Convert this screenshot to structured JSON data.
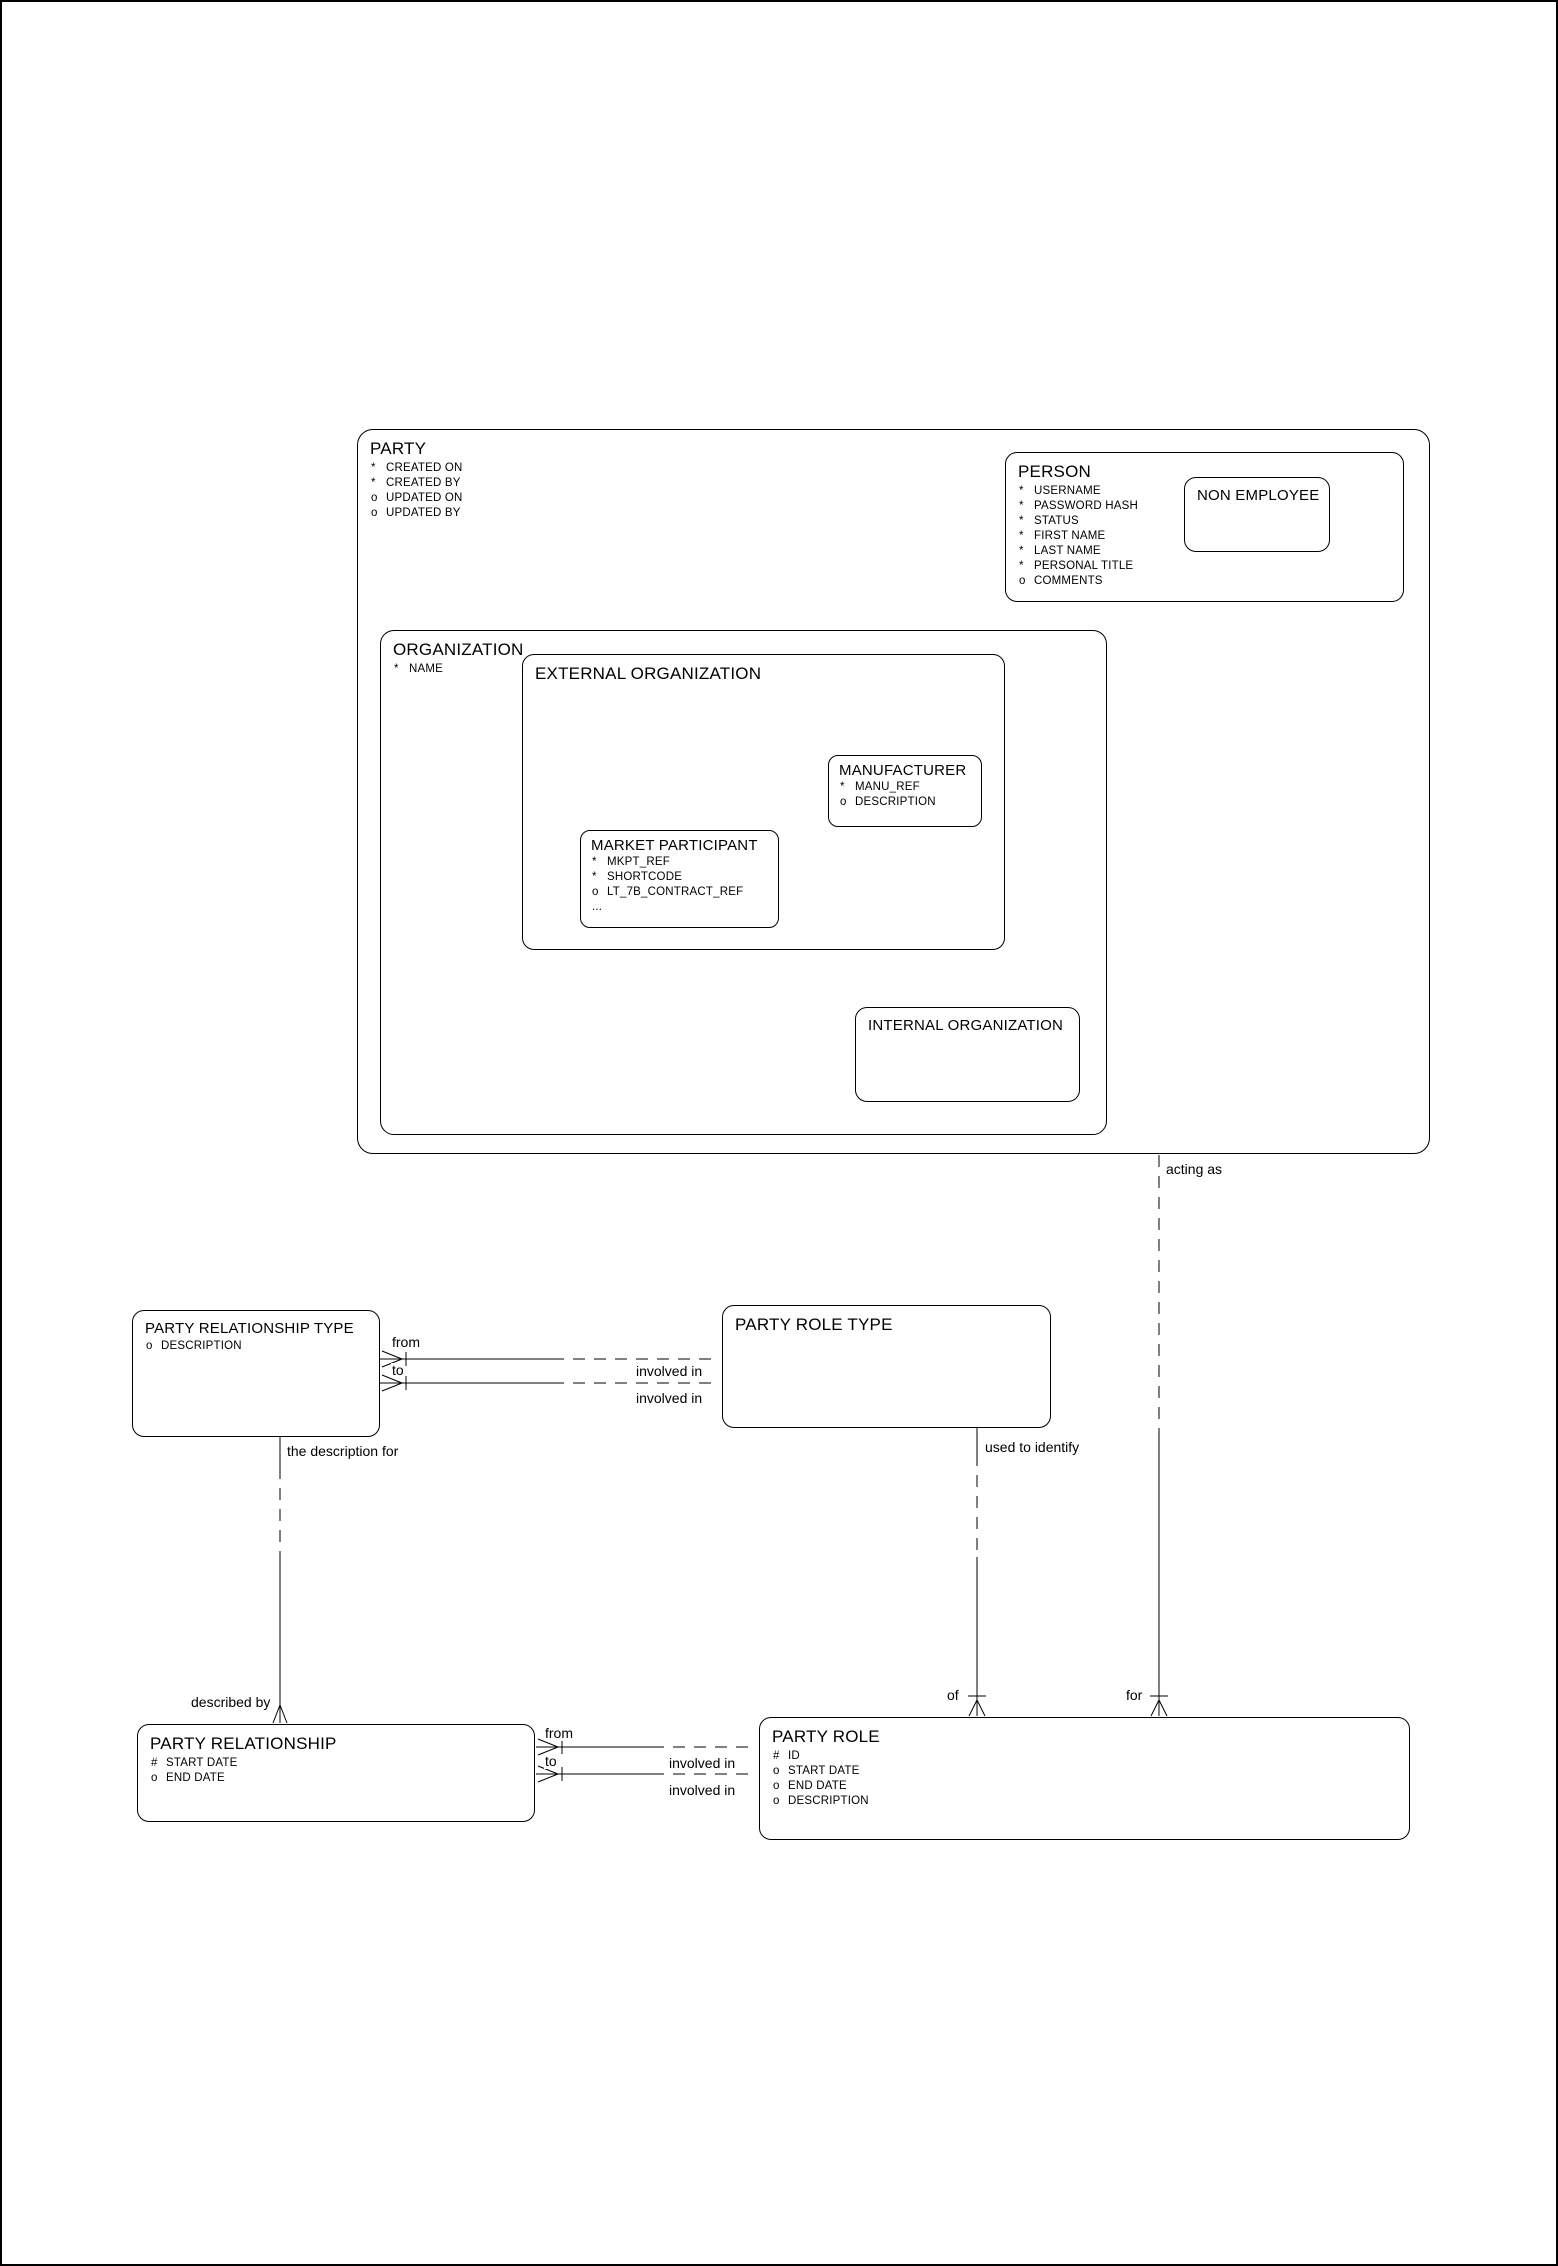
{
  "colors": {
    "line": "#000000",
    "background": "#ffffff"
  },
  "entities": {
    "party": {
      "title": "PARTY",
      "attributes": [
        {
          "m": "*",
          "n": "CREATED ON"
        },
        {
          "m": "*",
          "n": "CREATED BY"
        },
        {
          "m": "o",
          "n": "UPDATED ON"
        },
        {
          "m": "o",
          "n": "UPDATED BY"
        }
      ]
    },
    "person": {
      "title": "PERSON",
      "attributes": [
        {
          "m": "*",
          "n": "USERNAME"
        },
        {
          "m": "*",
          "n": "PASSWORD HASH"
        },
        {
          "m": "*",
          "n": "STATUS"
        },
        {
          "m": "*",
          "n": "FIRST NAME"
        },
        {
          "m": "*",
          "n": "LAST NAME"
        },
        {
          "m": "*",
          "n": "PERSONAL TITLE"
        },
        {
          "m": "o",
          "n": "COMMENTS"
        }
      ]
    },
    "non_employee": {
      "title": "NON EMPLOYEE",
      "attributes": []
    },
    "organization": {
      "title": "ORGANIZATION",
      "attributes": [
        {
          "m": "*",
          "n": "NAME"
        }
      ]
    },
    "external_organization": {
      "title": "EXTERNAL ORGANIZATION",
      "attributes": []
    },
    "manufacturer": {
      "title": "MANUFACTURER",
      "attributes": [
        {
          "m": "*",
          "n": "MANU_REF"
        },
        {
          "m": "o",
          "n": "DESCRIPTION"
        }
      ]
    },
    "market_participant": {
      "title": "MARKET PARTICIPANT",
      "attributes": [
        {
          "m": "*",
          "n": "MKPT_REF"
        },
        {
          "m": "*",
          "n": "SHORTCODE"
        },
        {
          "m": "o",
          "n": "LT_7B_CONTRACT_REF"
        },
        {
          "m": "...",
          "n": ""
        }
      ]
    },
    "internal_organization": {
      "title": "INTERNAL ORGANIZATION",
      "attributes": []
    },
    "party_relationship_type": {
      "title": "PARTY RELATIONSHIP TYPE",
      "attributes": [
        {
          "m": "o",
          "n": "DESCRIPTION"
        }
      ]
    },
    "party_role_type": {
      "title": "PARTY ROLE TYPE",
      "attributes": []
    },
    "party_relationship": {
      "title": "PARTY RELATIONSHIP",
      "attributes": [
        {
          "m": "#",
          "n": "START DATE"
        },
        {
          "m": "o",
          "n": "END DATE"
        }
      ]
    },
    "party_role": {
      "title": "PARTY ROLE",
      "attributes": [
        {
          "m": "#",
          "n": "ID"
        },
        {
          "m": "o",
          "n": "START DATE"
        },
        {
          "m": "o",
          "n": "END DATE"
        },
        {
          "m": "o",
          "n": "DESCRIPTION"
        }
      ]
    }
  },
  "relationships": {
    "type_from": "from",
    "type_to": "to",
    "type_involved_in_1": "involved in",
    "type_involved_in_2": "involved in",
    "rel_from": "from",
    "rel_to": "to",
    "rel_involved_in_1": "involved in",
    "rel_involved_in_2": "involved in",
    "the_description_for": "the description for",
    "described_by": "described by",
    "used_to_identify": "used to identify",
    "of": "of",
    "acting_as": "acting as",
    "for": "for"
  }
}
